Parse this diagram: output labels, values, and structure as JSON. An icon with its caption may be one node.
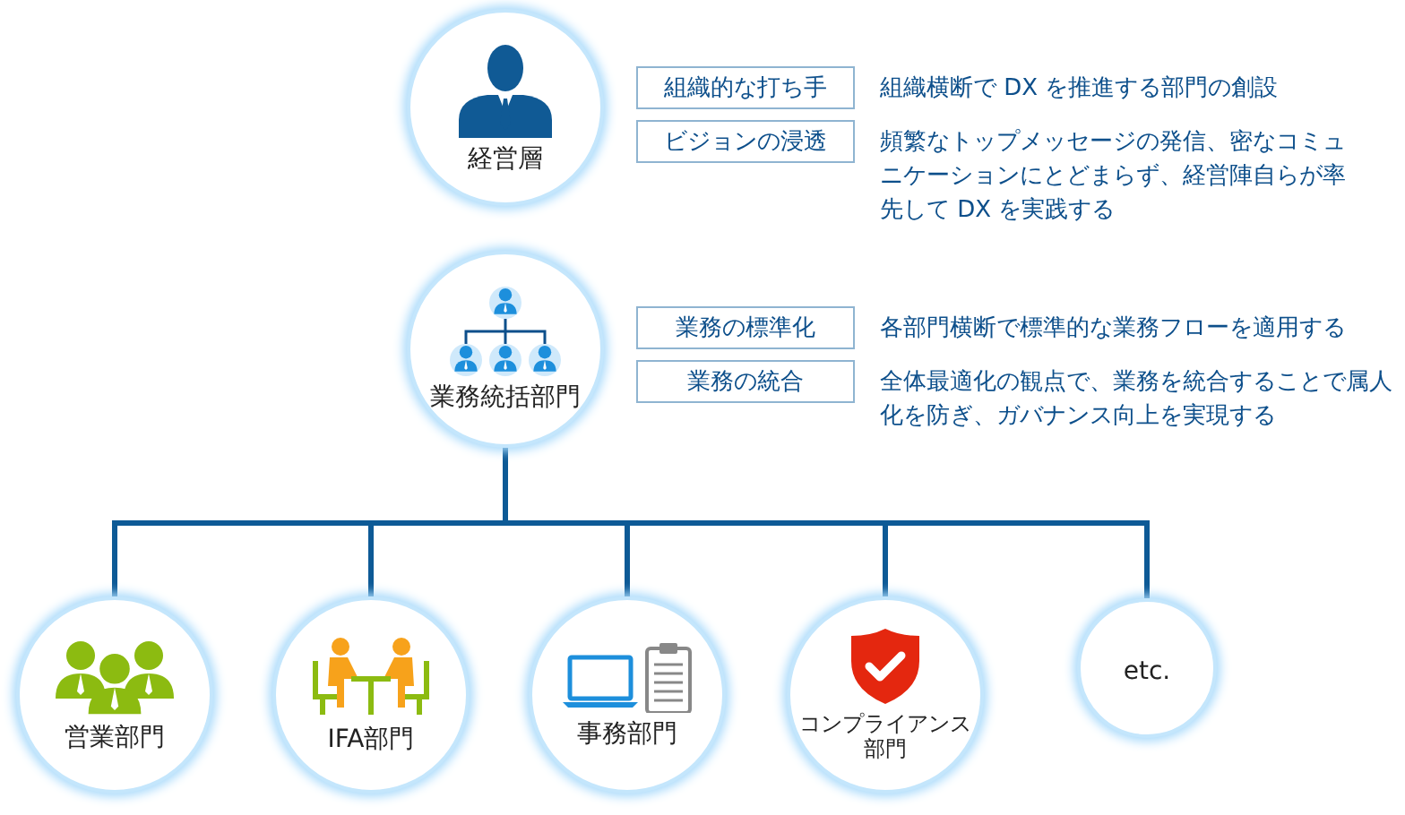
{
  "diagram": {
    "nodes": [
      {
        "text": [
          "経営層"
        ]
      },
      {
        "text": [
          "組織的な打ち手"
        ],
        "beside": [
          "組織横断で DX を推進する部門の創設"
        ]
      },
      {
        "text": [
          "ビジョンの浸透"
        ],
        "beside": [
          "頻繁なトップメッセージの発信、密なコミュニケーションにとどまらず、経営陣自らが率先して DX を実践する"
        ]
      },
      {
        "text": [
          "業務統括部門"
        ]
      },
      {
        "text": [
          "業務の標準化"
        ],
        "beside": [
          "各部門横断で標準的な業務フローを適用する"
        ]
      },
      {
        "text": [
          "業務の統合"
        ],
        "beside": [
          "全体最適化の観点で、業務を統合することで属人化を防ぎ、ガバナンス向上を実現する"
        ]
      },
      {
        "text": [
          "営業部門"
        ]
      },
      {
        "text": [
          "IFA部門"
        ]
      },
      {
        "text": [
          "事務部門"
        ]
      },
      {
        "text": [
          "コンプライアンス部門"
        ]
      },
      {
        "text": [
          "etc."
        ]
      }
    ],
    "edges": [
      {
        "from": 3,
        "to": 6,
        "arrow": "none"
      },
      {
        "from": 3,
        "to": 7,
        "arrow": "none"
      },
      {
        "from": 3,
        "to": 8,
        "arrow": "none"
      },
      {
        "from": 3,
        "to": 9,
        "arrow": "none"
      },
      {
        "from": 3,
        "to": 10,
        "arrow": "none"
      }
    ]
  }
}
